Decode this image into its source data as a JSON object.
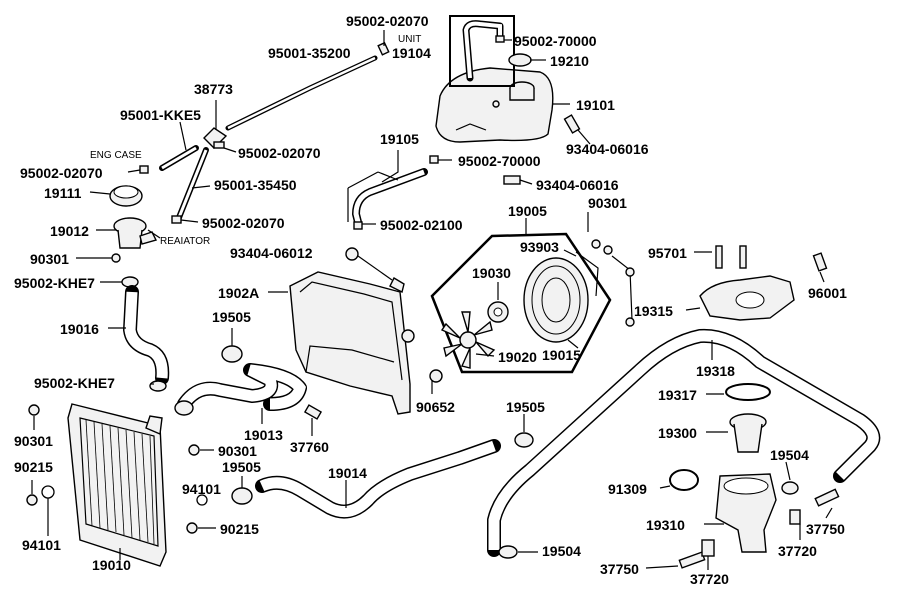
{
  "diagram": {
    "labels": {
      "l95002_02070_top": "95002-02070",
      "unit": "UNIT",
      "l19104": "19104",
      "l95002_70000_a": "95002-70000",
      "l19210": "19210",
      "l95001_35200": "95001-35200",
      "l38773": "38773",
      "l19101": "19101",
      "l95001_KKE5": "95001-KKE5",
      "l93404_06016_a": "93404-06016",
      "eng_case": "ENG CASE",
      "l95002_02070_b": "95002-02070",
      "l19105": "19105",
      "l95002_70000_b": "95002-70000",
      "l95002_02070_c": "95002-02070",
      "l95001_35450": "95001-35450",
      "l93404_06016_b": "93404-06016",
      "l19111": "19111",
      "l90301_a": "90301",
      "l19005": "19005",
      "l95002_02070_d": "95002-02070",
      "l95002_02100": "95002-02100",
      "l19012": "19012",
      "reaiator": "REAIATOR",
      "l93903": "93903",
      "l95701": "95701",
      "l93404_06012": "93404-06012",
      "l90301_b": "90301",
      "l19030": "19030",
      "l96001": "96001",
      "l95002_KHE7_a": "95002-KHE7",
      "l1902A": "1902A",
      "l19315": "19315",
      "l19505_a": "19505",
      "l19016": "19016",
      "l19015": "19015",
      "l19020": "19020",
      "l19318": "19318",
      "l95002_KHE7_b": "95002-KHE7",
      "l90652": "90652",
      "l19505_b": "19505",
      "l19317": "19317",
      "l19013": "19013",
      "l90301_c": "90301",
      "l19300": "19300",
      "l37760": "37760",
      "l90301_d": "90301",
      "l19505_c": "19505",
      "l19014": "19014",
      "l19504_a": "19504",
      "l90215_a": "90215",
      "l94101_a": "94101",
      "l91309": "91309",
      "l90215_b": "90215",
      "l19310": "19310",
      "l37750_a": "37750",
      "l94101_b": "94101",
      "l19504_b": "19504",
      "l37720_a": "37720",
      "l19010": "19010",
      "l37750_b": "37750",
      "l37720_b": "37720"
    }
  }
}
